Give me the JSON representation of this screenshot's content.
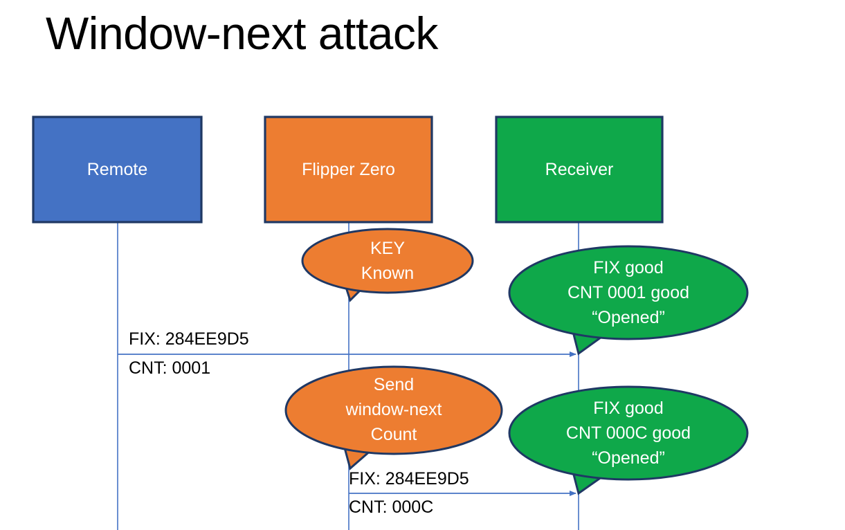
{
  "slide": {
    "title": "Window-next attack",
    "background_color": "#FFFFFF"
  },
  "colors": {
    "remote_fill": "#4472C4",
    "flipper_fill": "#ED7D31",
    "receiver_fill": "#0FA84A",
    "shape_outline": "#1F3864",
    "lifeline": "#4472C4",
    "arrow": "#4472C4",
    "shape_label_text": "#FFFFFF",
    "message_text": "#000000"
  },
  "actors": [
    {
      "id": "remote",
      "label": "Remote",
      "fill": "#4472C4"
    },
    {
      "id": "flipper",
      "label": "Flipper Zero",
      "fill": "#ED7D31"
    },
    {
      "id": "receiver",
      "label": "Receiver",
      "fill": "#0FA84A"
    }
  ],
  "callouts": [
    {
      "id": "key-known",
      "owner": "flipper",
      "fill": "#ED7D31",
      "lines": [
        "KEY",
        "Known"
      ]
    },
    {
      "id": "receiver-ack-1",
      "owner": "receiver",
      "fill": "#0FA84A",
      "lines": [
        "FIX good",
        "CNT 0001 good",
        "“Opened”"
      ]
    },
    {
      "id": "send-window-next",
      "owner": "flipper",
      "fill": "#ED7D31",
      "lines": [
        "Send",
        "window-next",
        "Count"
      ]
    },
    {
      "id": "receiver-ack-2",
      "owner": "receiver",
      "fill": "#0FA84A",
      "lines": [
        "FIX good",
        "CNT 000C good",
        "“Opened”"
      ]
    }
  ],
  "messages": [
    {
      "id": "msg-1",
      "from": "remote",
      "to": "receiver",
      "label_above": "FIX: 284EE9D5",
      "label_below": "CNT: 0001"
    },
    {
      "id": "msg-2",
      "from": "flipper",
      "to": "receiver",
      "label_above": "FIX: 284EE9D5",
      "label_below": "CNT: 000C"
    }
  ]
}
